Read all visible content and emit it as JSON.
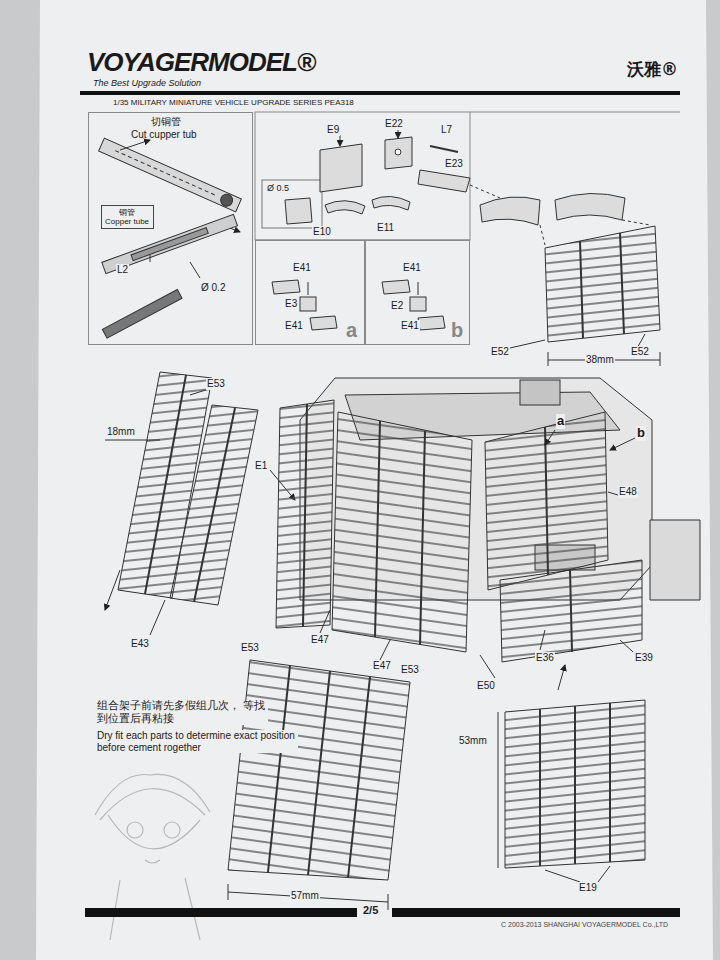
{
  "diagram": {
    "title": "1/35 MILITARY MINIATURE VEHICLE UPGRADE SERIES PEA318",
    "nodes": [
      {
        "text": [
          "切铜管",
          "Cut cupper tub"
        ]
      },
      {
        "text": [
          "铜管",
          "Copper tube"
        ],
        "in": 0
      },
      {
        "text": [
          "a"
        ]
      },
      {
        "text": [
          "b"
        ]
      }
    ],
    "labels": [
      "VOYAGERMODEL®",
      "The Best Upgrade Solution",
      "沃雅®",
      "L2",
      "Ø 0.2",
      "E9",
      "E22",
      "L7",
      "E23",
      "Ø 0.5",
      "E10",
      "E11",
      "E41",
      "E3",
      "E41",
      "E41",
      "E2",
      "E41",
      "E52",
      "38mm",
      "E52",
      "E53",
      "18mm",
      "E1",
      "E43",
      "E47",
      "E47",
      "E48",
      "a",
      "b",
      "E39",
      "E36",
      "E50",
      "E53",
      "E53",
      "组合架子前请先多假组几次， 等找到位置后再粘接",
      "Dry fit each parts to determine exact position before cement rogether",
      "53mm",
      "57mm",
      "E19",
      "2/5",
      "C 2003-2013 SHANGHAI VOYAGERMODEL Co.,LTD"
    ]
  }
}
